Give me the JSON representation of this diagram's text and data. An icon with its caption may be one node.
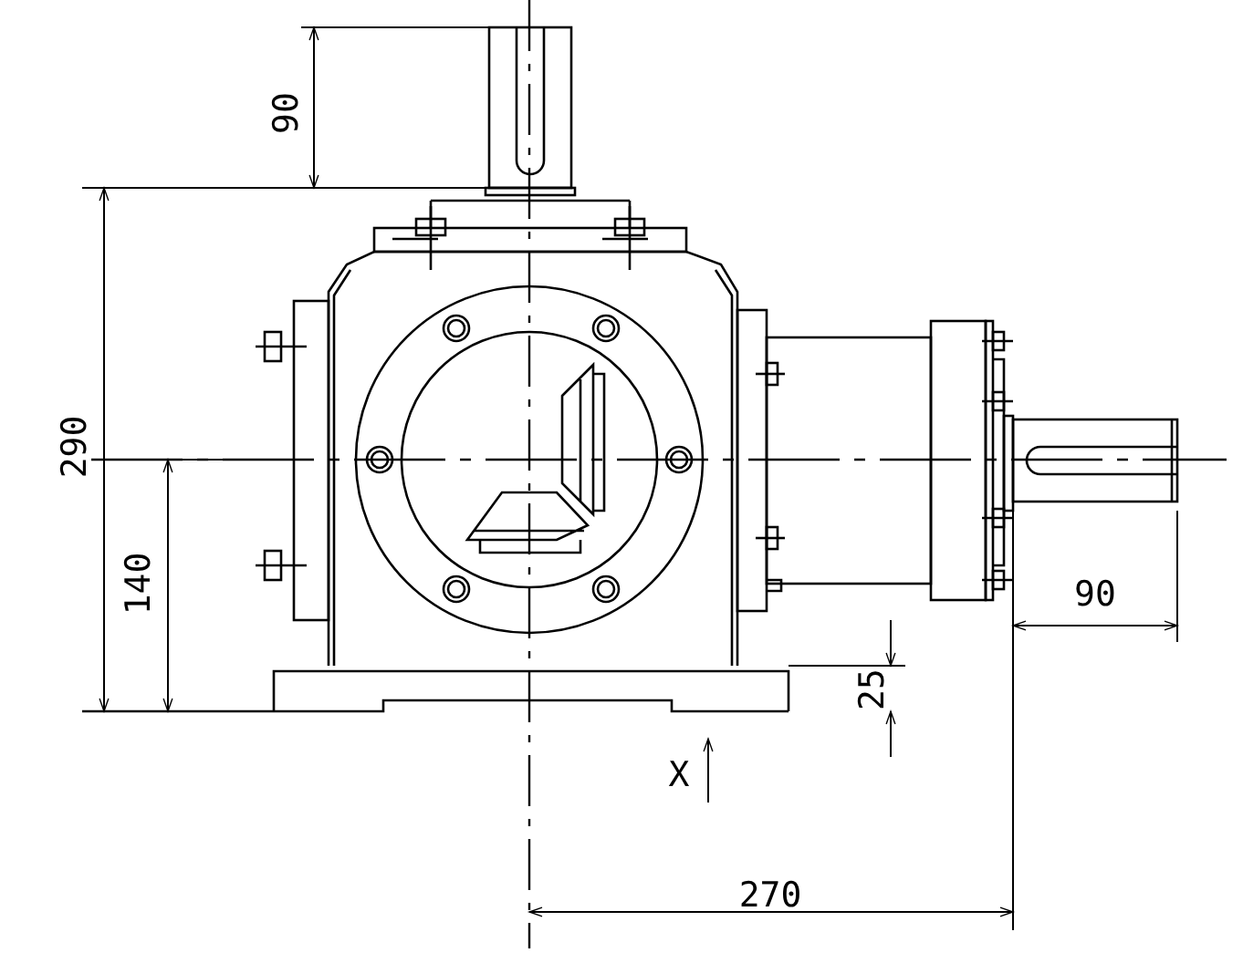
{
  "diagram": {
    "labels": [
      "90",
      "290",
      "140",
      "25",
      "X",
      "90",
      "270"
    ]
  }
}
